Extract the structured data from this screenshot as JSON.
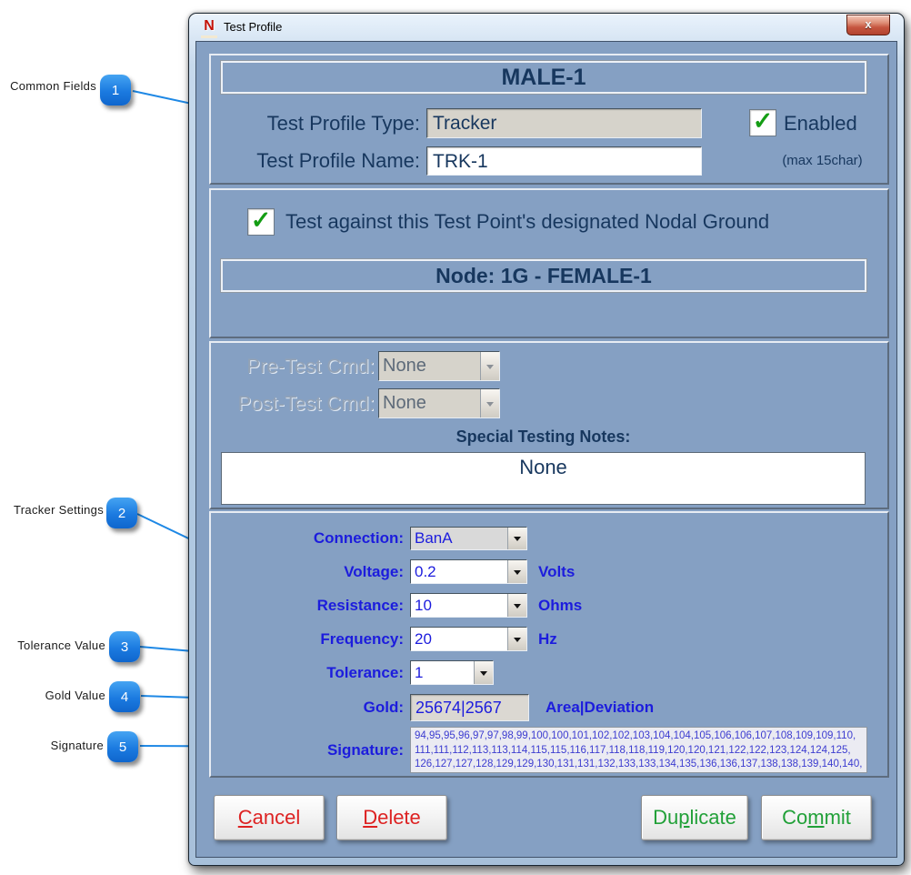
{
  "window": {
    "title": "Test Profile",
    "icon_glyph": "N",
    "close_glyph": "x"
  },
  "icons": {
    "check_glyph": "✓"
  },
  "colors": {
    "client_background": "#85a0c3",
    "navy_text": "#17375e",
    "blue_label": "#1c1cdd",
    "badge_blue": "#1b7ae0",
    "cancel_delete_red": "#dd2222",
    "duplicate_commit_green": "#21a038",
    "close_button_red": "#c65640"
  },
  "annotations": [
    {
      "label": "Common Fields",
      "number": "1"
    },
    {
      "label": "Tracker Settings",
      "number": "2"
    },
    {
      "label": "Tolerance Value",
      "number": "3"
    },
    {
      "label": "Gold Value",
      "number": "4"
    },
    {
      "label": "Signature",
      "number": "5"
    }
  ],
  "profile": {
    "header": "MALE-1",
    "type_label": "Test Profile Type:",
    "type_value": "Tracker",
    "enabled_label": "Enabled",
    "name_label": "Test Profile Name:",
    "name_value": "TRK-1",
    "name_hint": "(max 15char)"
  },
  "nodal": {
    "checkbox_label": "Test against this Test Point's designated Nodal Ground",
    "node_header": "Node: 1G - FEMALE-1"
  },
  "commands": {
    "pre_label": "Pre-Test Cmd:",
    "pre_value": "None",
    "post_label": "Post-Test Cmd:",
    "post_value": "None",
    "notes_label": "Special Testing Notes:",
    "notes_value": "None"
  },
  "tracker": {
    "connection_label": "Connection:",
    "connection_value": "BanA",
    "voltage_label": "Voltage:",
    "voltage_value": "0.2",
    "voltage_unit": "Volts",
    "resistance_label": "Resistance:",
    "resistance_value": "10",
    "resistance_unit": "Ohms",
    "frequency_label": "Frequency:",
    "frequency_value": "20",
    "frequency_unit": "Hz",
    "tolerance_label": "Tolerance:",
    "tolerance_value": "1",
    "gold_label": "Gold:",
    "gold_value": "25674|2567",
    "gold_unit": "Area|Deviation",
    "signature_label": "Signature:",
    "signature_lines": [
      "94,95,95,96,97,97,98,99,100,100,101,102,102,103,104,104,105,106,106,107,108,109,109,110,",
      "111,111,112,113,113,114,115,115,116,117,118,118,119,120,120,121,122,122,123,124,124,125,",
      "126,127,127,128,129,129,130,131,131,132,133,133,134,135,136,136,137,138,138,139,140,140,"
    ]
  },
  "buttons": {
    "cancel": {
      "pre": "",
      "mn": "C",
      "post": "ancel"
    },
    "delete": {
      "pre": "",
      "mn": "D",
      "post": "elete"
    },
    "duplicate": {
      "pre": "Du",
      "mn": "p",
      "post": "licate"
    },
    "commit": {
      "pre": "Co",
      "mn": "m",
      "post": "mit"
    }
  }
}
